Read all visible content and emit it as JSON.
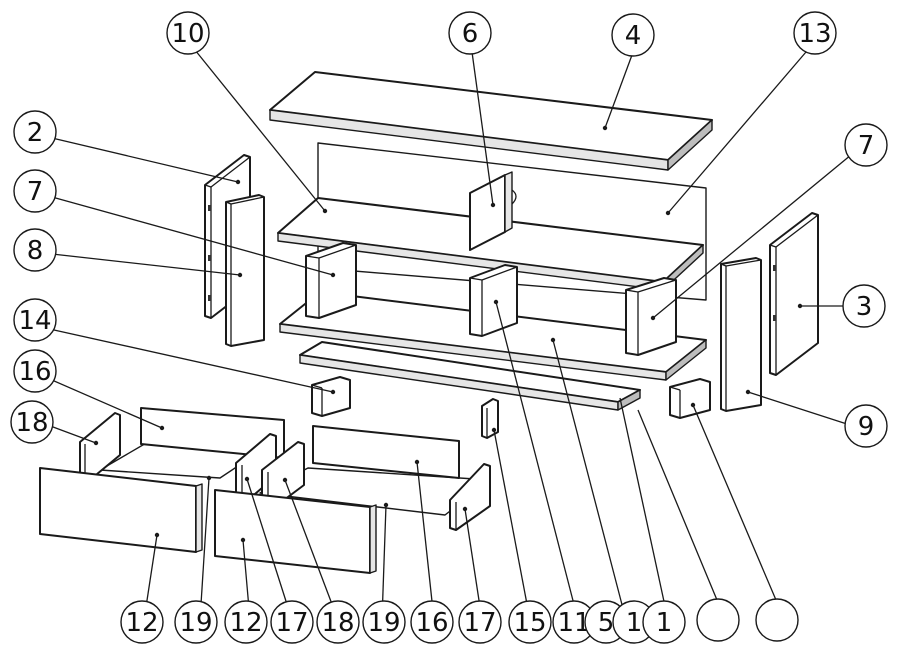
{
  "callouts_top": [
    {
      "id": "c10",
      "label": "10"
    },
    {
      "id": "c6",
      "label": "6"
    },
    {
      "id": "c4",
      "label": "4"
    },
    {
      "id": "c13",
      "label": "13"
    },
    {
      "id": "c2",
      "label": "2"
    },
    {
      "id": "c7a",
      "label": "7"
    },
    {
      "id": "c8",
      "label": "8"
    },
    {
      "id": "c14",
      "label": "14"
    },
    {
      "id": "c16",
      "label": "16"
    },
    {
      "id": "c18",
      "label": "18"
    },
    {
      "id": "c7b",
      "label": "7"
    },
    {
      "id": "c3",
      "label": "3"
    },
    {
      "id": "c9",
      "label": "9"
    }
  ],
  "callouts_bottom": [
    {
      "id": "b12a",
      "label": "12"
    },
    {
      "id": "b19a",
      "label": "19"
    },
    {
      "id": "b12b",
      "label": "12"
    },
    {
      "id": "b17a",
      "label": "17"
    },
    {
      "id": "b18",
      "label": "18"
    },
    {
      "id": "b19b",
      "label": "19"
    },
    {
      "id": "b16",
      "label": "16"
    },
    {
      "id": "b17b",
      "label": "17"
    },
    {
      "id": "b15",
      "label": "15"
    },
    {
      "id": "b11",
      "label": "11"
    },
    {
      "id": "b5",
      "label": "5"
    },
    {
      "id": "b1a",
      "label": "1"
    },
    {
      "id": "b1b",
      "label": "1"
    },
    {
      "id": "b_empty1",
      "label": ""
    },
    {
      "id": "b_empty2",
      "label": ""
    }
  ]
}
